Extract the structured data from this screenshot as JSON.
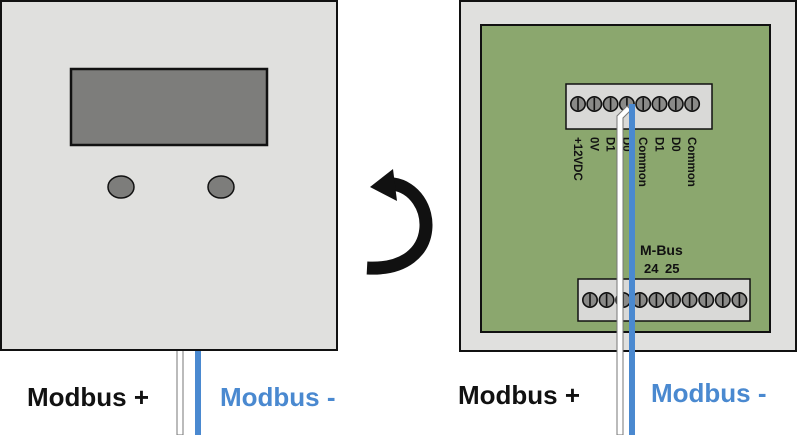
{
  "colors": {
    "panel": "#e0e0de",
    "screen": "#7d7d7b",
    "board": "#8ba76e",
    "terminal": "#d9d9d7",
    "wire_plus": "#ffffff",
    "wire_minus": "#4a89d0",
    "label_plus": "#111111",
    "label_minus": "#4a89d0"
  },
  "icons": {
    "flip_arrow": "curved-arrow-icon",
    "screw": "screw-terminal-icon"
  },
  "front": {
    "label_plus": "Modbus +",
    "label_minus": "Modbus -"
  },
  "back": {
    "top_terminal_labels": [
      "+12VDC",
      "0V",
      "D1",
      "D0",
      "Common",
      "D1",
      "D0",
      "Common"
    ],
    "mbus_title": "M-Bus",
    "mbus_24": "24",
    "mbus_25": "25",
    "label_plus": "Modbus +",
    "label_minus": "Modbus -"
  }
}
